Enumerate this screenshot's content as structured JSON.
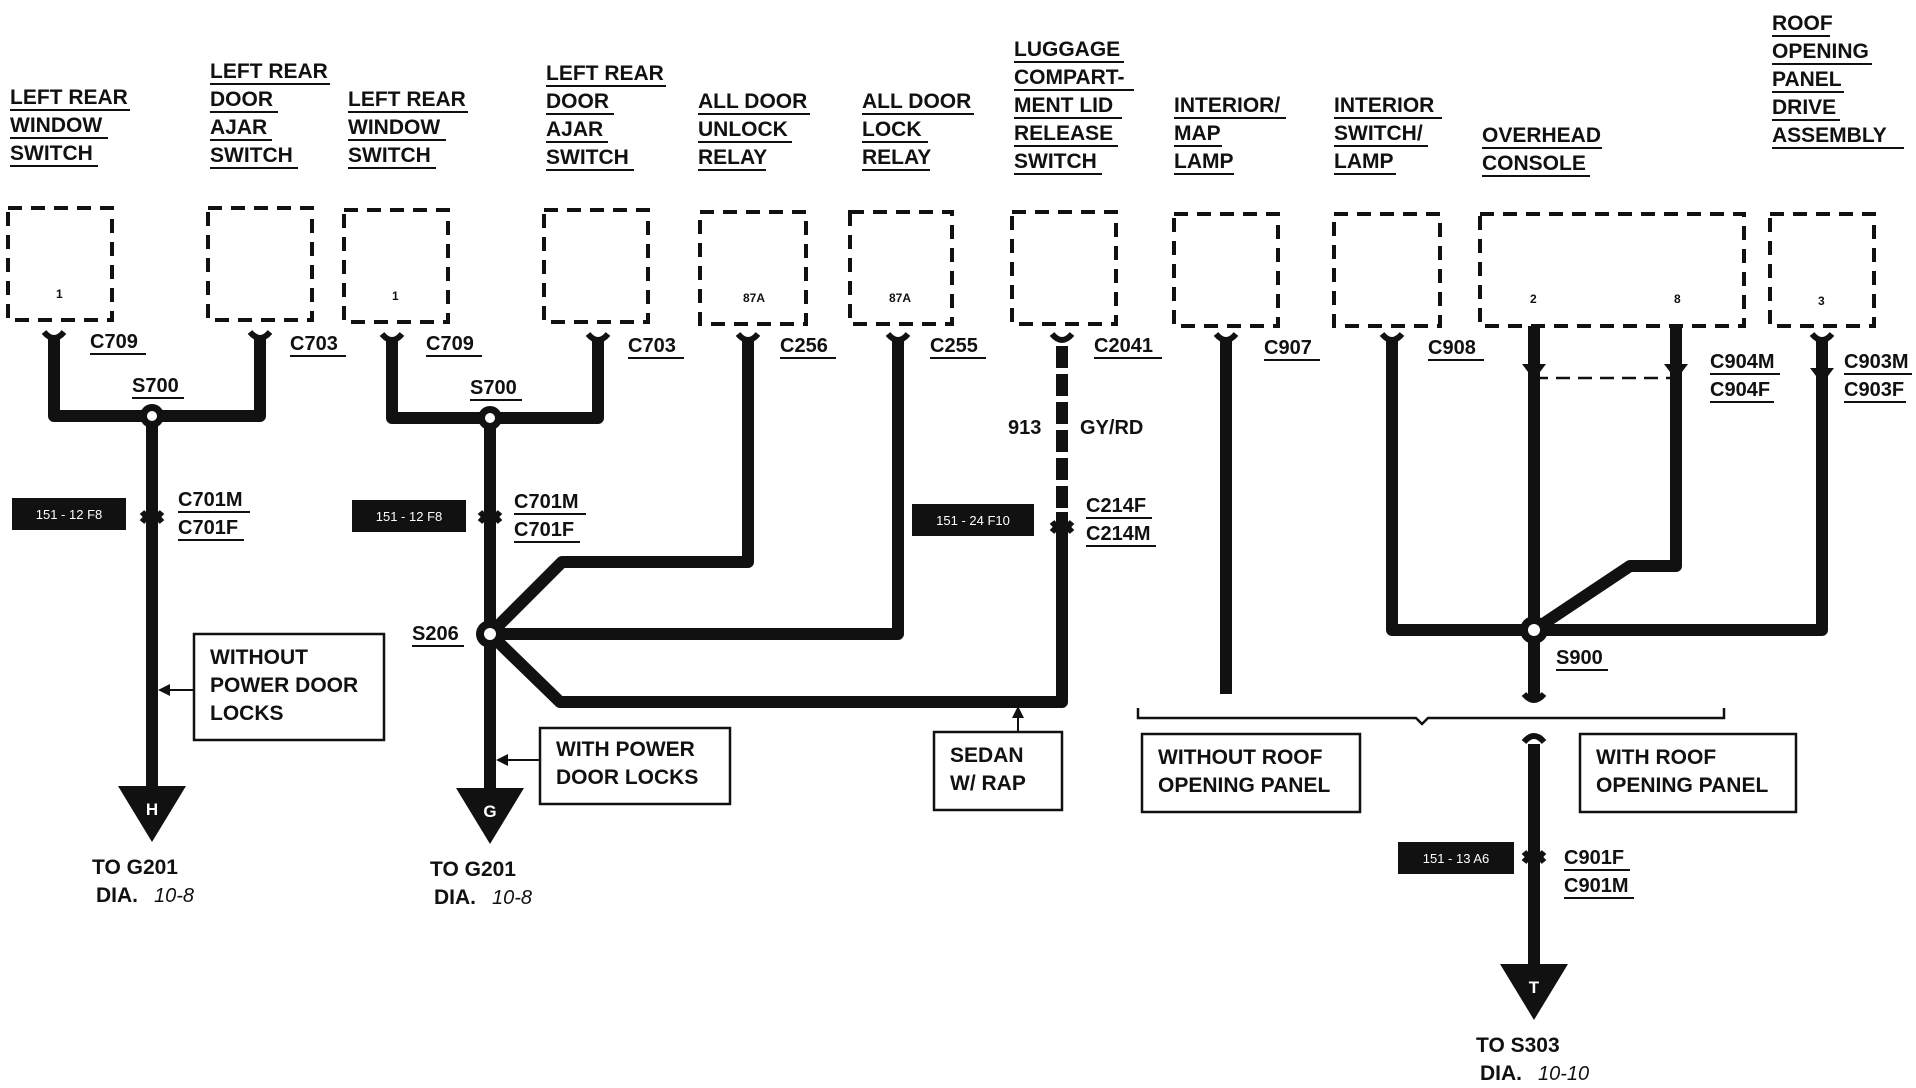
{
  "components": {
    "lrws1": [
      "LEFT REAR",
      "WINDOW",
      "SWITCH"
    ],
    "lrdas1": [
      "LEFT REAR",
      "DOOR",
      "AJAR",
      "SWITCH"
    ],
    "lrws2": [
      "LEFT REAR",
      "WINDOW",
      "SWITCH"
    ],
    "lrdas2": [
      "LEFT REAR",
      "DOOR",
      "AJAR",
      "SWITCH"
    ],
    "adur": [
      "ALL DOOR",
      "UNLOCK",
      "RELAY"
    ],
    "adlr": [
      "ALL DOOR",
      "LOCK",
      "RELAY"
    ],
    "luggage": [
      "LUGGAGE",
      "COMPART-",
      "MENT LID",
      "RELEASE",
      "SWITCH"
    ],
    "maplamp": [
      "INTERIOR/",
      "MAP",
      "LAMP"
    ],
    "intswitch": [
      "INTERIOR",
      "SWITCH/",
      "LAMP"
    ],
    "overhead": [
      "OVERHEAD",
      "CONSOLE"
    ],
    "roof": [
      "ROOF",
      "OPENING",
      "PANEL",
      "DRIVE",
      "ASSEMBLY"
    ]
  },
  "pins": {
    "lrws1": "1",
    "lrws2": "1",
    "adur": "87A",
    "adlr": "87A",
    "overhead_a": "2",
    "overhead_b": "8",
    "roof": "3"
  },
  "connectors": {
    "c709a": "C709",
    "c703a": "C703",
    "c709b": "C709",
    "c703b": "C703",
    "c256": "C256",
    "c255": "C255",
    "c2041": "C2041",
    "c907": "C907",
    "c908": "C908",
    "c904m": "C904M",
    "c904f": "C904F",
    "c903m": "C903M",
    "c903f": "C903F",
    "c701m_a": "C701M",
    "c701f_a": "C701F",
    "c701m_b": "C701M",
    "c701f_b": "C701F",
    "c214f": "C214F",
    "c214m": "C214M",
    "c901f": "C901F",
    "c901m": "C901M"
  },
  "splices": {
    "s700a": "S700",
    "s700b": "S700",
    "s206": "S206",
    "s900": "S900"
  },
  "wire": {
    "circuit": "913",
    "color": "GY/RD"
  },
  "refs": {
    "r1": "151 - 12 F8",
    "r2": "151 - 12 F8",
    "r3": "151 - 24 F10",
    "r4": "151 - 13 A6"
  },
  "notes": {
    "without_pdl": [
      "WITHOUT",
      "POWER DOOR",
      "LOCKS"
    ],
    "with_pdl": [
      "WITH POWER",
      "DOOR LOCKS"
    ],
    "sedan": [
      "SEDAN",
      "W/ RAP"
    ],
    "without_roof": [
      "WITHOUT ROOF",
      "OPENING PANEL"
    ],
    "with_roof": [
      "WITH ROOF",
      "OPENING PANEL"
    ]
  },
  "grounds": {
    "h": {
      "letter": "H",
      "to": "TO G201",
      "dia": "DIA.",
      "dia_num": "10-8"
    },
    "g": {
      "letter": "G",
      "to": "TO G201",
      "dia": "DIA.",
      "dia_num": "10-8"
    },
    "t": {
      "letter": "T",
      "to": "TO S303",
      "dia": "DIA.",
      "dia_num": "10-10"
    }
  }
}
